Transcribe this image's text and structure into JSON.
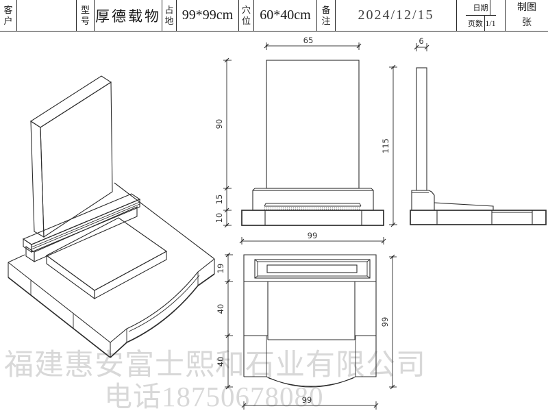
{
  "title_block": {
    "customer_label": "客户",
    "customer_value": "",
    "model_label": "型号",
    "model_value": "厚德载物",
    "footprint_label": "占地",
    "footprint_value": "99*99cm",
    "cavity_label": "穴位",
    "cavity_value": "60*40cm",
    "remark_label": "备注",
    "remark_value": "2024/12/15",
    "date_label": "日期",
    "date_value": "",
    "pages_label": "页数",
    "pages_value": "1/1",
    "drafter_label": "制图",
    "drafter_value": "张"
  },
  "views": {
    "front": {
      "name": "front-elevation",
      "dims": {
        "tablet_width": "65",
        "tablet_height": "90",
        "pedestal_height": "15",
        "base_height": "10",
        "base_width": "99"
      }
    },
    "side": {
      "name": "side-elevation",
      "dims": {
        "tablet_thickness": "6",
        "total_height": "115"
      }
    },
    "plan": {
      "name": "plan-view",
      "dims": {
        "back_depth": "19",
        "middle_depth": "40",
        "front_depth": "40",
        "width": "99",
        "depth": "99"
      }
    }
  },
  "watermark": {
    "line1": "福建惠安富士熙和石业有限公司",
    "line2": "电话18750678080"
  },
  "colors": {
    "line": "#2d2d2d",
    "dim_text": "#333333",
    "watermark": "#d8d8d8"
  }
}
